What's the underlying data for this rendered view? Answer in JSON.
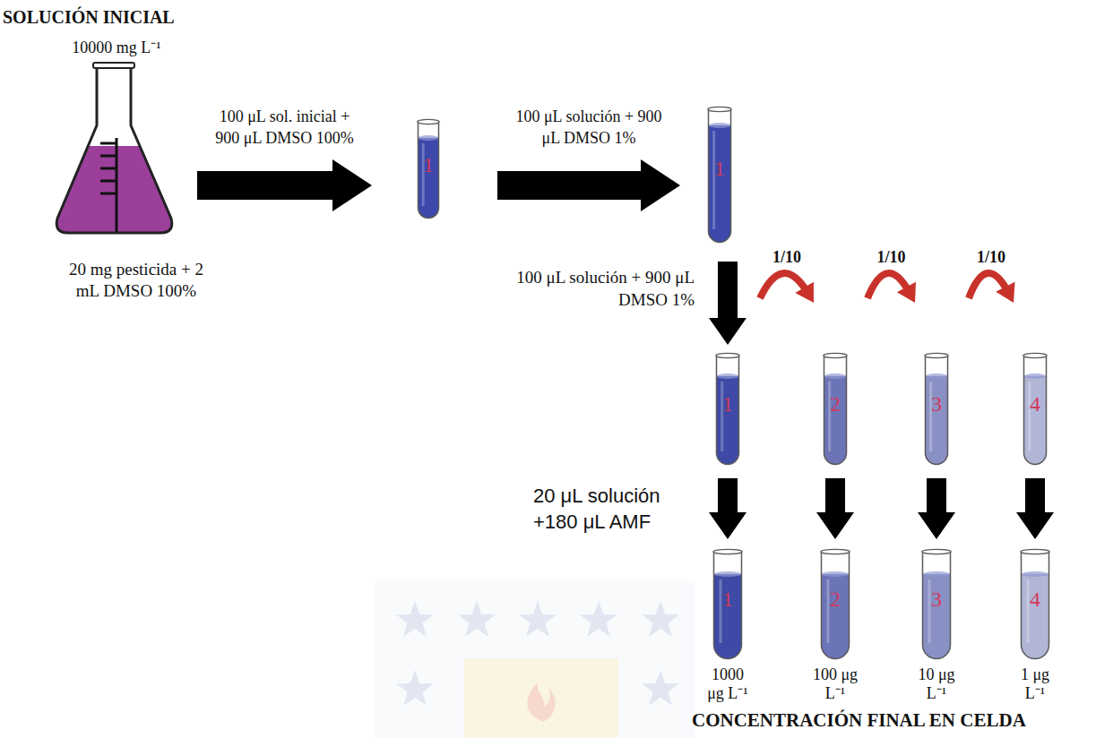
{
  "diagram": {
    "title": "SOLUCIÓN INICIAL",
    "nodes": [
      {
        "text": [
          "10000 mg L⁻¹",
          "20 mg pesticida + 2 mL DMSO 100%"
        ]
      },
      {
        "text": [
          "1"
        ]
      },
      {
        "text": [
          "1"
        ]
      },
      {
        "text": [
          "1"
        ]
      },
      {
        "text": [
          "2"
        ]
      },
      {
        "text": [
          "3"
        ]
      },
      {
        "text": [
          "4"
        ]
      },
      {
        "text": [
          "1",
          "1000 μg L⁻¹"
        ]
      },
      {
        "text": [
          "2",
          "100 μg L⁻¹"
        ]
      },
      {
        "text": [
          "3",
          "10 μg L⁻¹"
        ]
      },
      {
        "text": [
          "4",
          "1 μg L⁻¹"
        ]
      }
    ],
    "edges": [
      {
        "from": 0,
        "to": 1,
        "arrow": "to",
        "label": "100 μL sol. inicial + 900 μL DMSO 100%"
      },
      {
        "from": 1,
        "to": 2,
        "arrow": "to",
        "label": "100 μL solución + 900 μL DMSO 1%"
      },
      {
        "from": 2,
        "to": 3,
        "arrow": "to",
        "label": "100 μL solución + 900 μL DMSO 1%"
      },
      {
        "from": 3,
        "to": 4,
        "arrow": "to",
        "label": "1/10"
      },
      {
        "from": 4,
        "to": 5,
        "arrow": "to",
        "label": "1/10"
      },
      {
        "from": 5,
        "to": 6,
        "arrow": "to",
        "label": "1/10"
      },
      {
        "from": 3,
        "to": 7,
        "arrow": "to",
        "label": "20 μL solución +180 μL AMF"
      },
      {
        "from": 4,
        "to": 8,
        "arrow": "to"
      },
      {
        "from": 5,
        "to": 9,
        "arrow": "to"
      },
      {
        "from": 6,
        "to": 10,
        "arrow": "to"
      }
    ],
    "labels": [
      "CONCENTRACIÓN FINAL EN CELDA"
    ]
  }
}
